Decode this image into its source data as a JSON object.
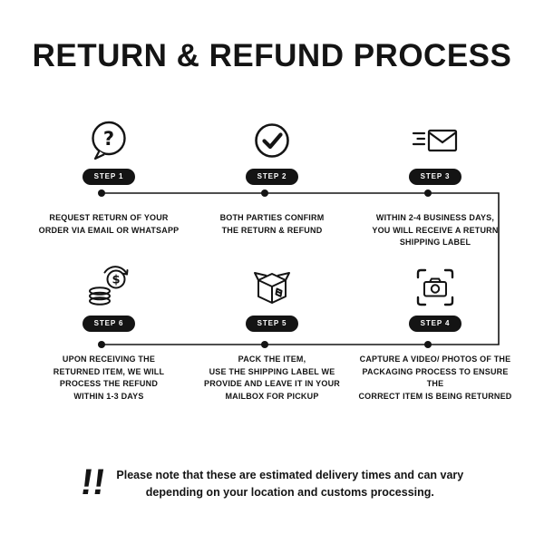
{
  "title": "RETURN & REFUND PROCESS",
  "accent_color": "#141414",
  "background_color": "#ffffff",
  "steps": [
    {
      "badge": "STEP 1",
      "icon": "question-bubble-icon",
      "text": "REQUEST RETURN OF YOUR\nORDER VIA EMAIL OR WHATSAPP"
    },
    {
      "badge": "STEP 2",
      "icon": "checkmark-circle-icon",
      "text": "BOTH PARTIES CONFIRM\nTHE RETURN & REFUND"
    },
    {
      "badge": "STEP 3",
      "icon": "envelope-send-icon",
      "text": "WITHIN 2-4 BUSINESS DAYS,\nYOU WILL RECEIVE A RETURN\nSHIPPING LABEL"
    },
    {
      "badge": "STEP 6",
      "icon": "refund-coins-icon",
      "text": "UPON RECEIVING THE\nRETURNED ITEM, WE WILL\nPROCESS THE REFUND\nWITHIN 1-3 DAYS"
    },
    {
      "badge": "STEP 5",
      "icon": "package-box-icon",
      "text": "PACK THE ITEM,\nUSE THE SHIPPING LABEL WE\nPROVIDE AND LEAVE IT IN YOUR\nMAILBOX FOR PICKUP"
    },
    {
      "badge": "STEP 4",
      "icon": "camera-capture-icon",
      "text": "CAPTURE A VIDEO/ PHOTOS OF THE\nPACKAGING PROCESS TO ENSURE THE\nCORRECT ITEM IS BEING RETURNED"
    }
  ],
  "footer": {
    "icon_glyph": "!!",
    "text": "Please note that these are estimated delivery times and can vary\ndepending on your location and customs processing."
  }
}
